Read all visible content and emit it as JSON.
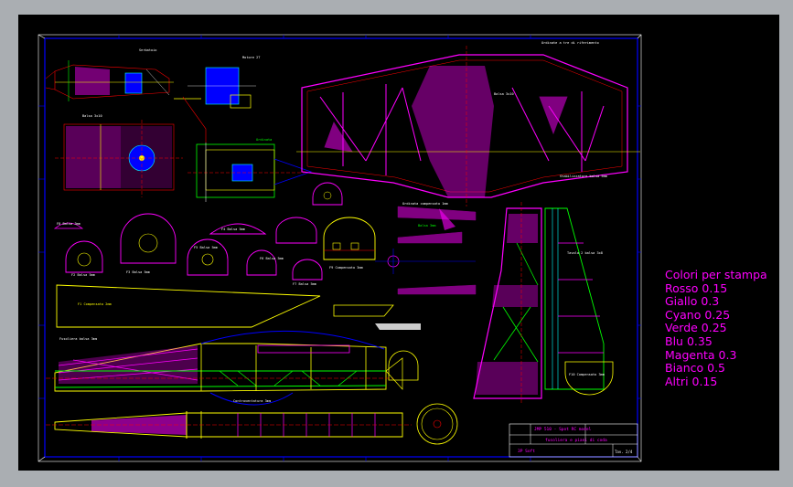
{
  "legend": {
    "title": "Colori per stampa",
    "items": [
      "Rosso 0.15",
      "Giallo 0.3",
      "Cyano 0.25",
      "Verde 0.25",
      "Blu 0.35",
      "Magenta 0.3",
      "Bianco 0.5",
      "Altri 0.15"
    ]
  },
  "title_block": {
    "project": "JMP 510 - Spot RC model",
    "subtitle": "fusoliera e piani di coda",
    "author": "3P Soft",
    "sheet": "Tav. 2/4"
  },
  "labels": {
    "elevator_note": "Ordinate a tre di riferimento",
    "spar_note": "Balsa 3x10",
    "fin_note": "Tavola 2 balsa 3x8",
    "cyan_note": "Controventatura 3mm",
    "f1_label": "F1 Compensato 2mm",
    "fin_bottom": "F10 Compensato 3mm",
    "f2_label": "F2 Balsa 5mm",
    "f3_label": "F3 Balsa 5mm",
    "f4_label": "F4 Balsa 5mm",
    "f5_label": "F5 Balsa 5mm",
    "f6_label": "F6 Balsa 5mm",
    "f7_label": "F7 Balsa 5mm",
    "f8_label": "F8 Balsa 3mm",
    "f9_label": "F9 Compensato 3mm",
    "stab_note": "Stabilizzatore balsa 5mm",
    "fuselage_note": "Fusoliera balsa 3mm",
    "tank_note": "Serbatoio",
    "motor_note": "Motore 2T",
    "cap_note": "Ordinata compensato 1mm"
  }
}
